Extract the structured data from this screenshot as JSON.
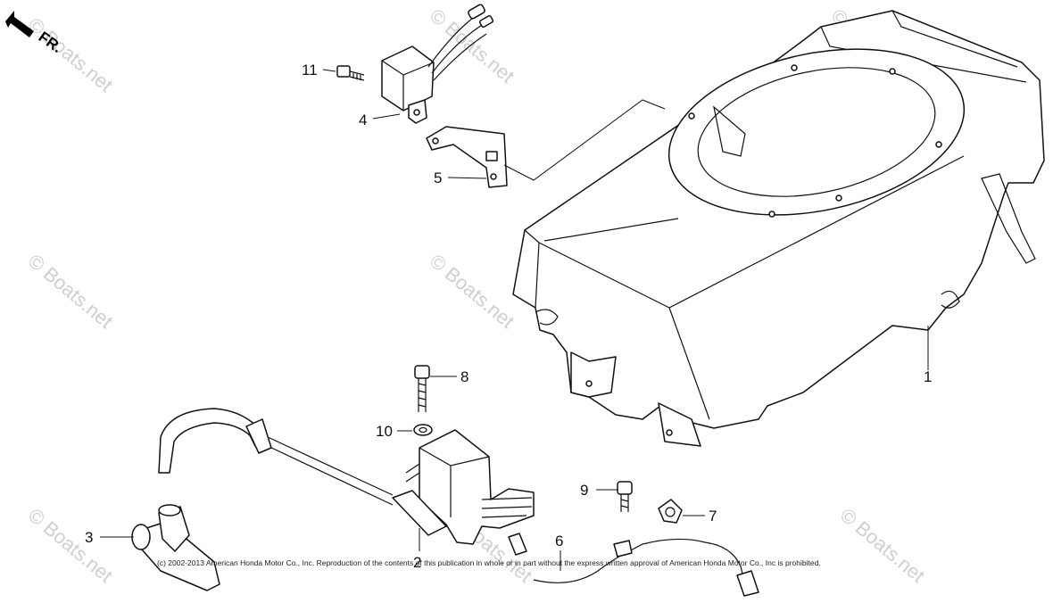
{
  "orientation": {
    "label": "FR."
  },
  "watermark": {
    "text": "© Boats.net"
  },
  "copyright": "(c) 2002-2013 American Honda Motor Co., Inc. Reproduction of the contents of this publication in whole or in part without the express written approval of American Honda Motor Co., Inc is prohibited.",
  "callouts": {
    "n1": "1",
    "n2": "2",
    "n3": "3",
    "n4": "4",
    "n5": "5",
    "n6": "6",
    "n7": "7",
    "n8": "8",
    "n9": "9",
    "n10": "10",
    "n11": "11"
  }
}
